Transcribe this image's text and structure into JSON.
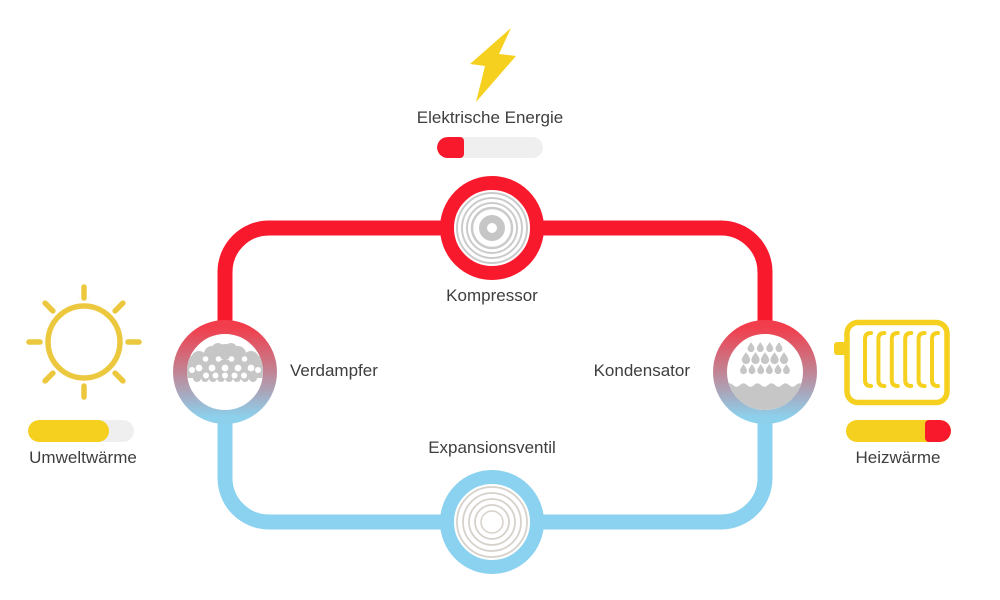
{
  "diagram_title": "",
  "colors": {
    "red": "#F8192D",
    "blue": "#8BD2F0",
    "yellow": "#F5D01E",
    "sun_yellow": "#EBC83E",
    "icon_gray": "#C6C6C6",
    "spiral_gray": "#CBCBCB",
    "ring_gray": "#D6D2CB",
    "track_gray": "#EFEFEF",
    "text": "#3E3E3E",
    "gradient_top": "#F23D4C",
    "gradient_mid": "#C4808F",
    "gradient_bottom": "#8CD0EC"
  },
  "energy_sources": {
    "electric": {
      "label": "Elektrische Energie",
      "icon": "lightning-bolt-icon",
      "gauge": {
        "fill_percent": 25,
        "fill_color": "#F8192D",
        "track_color": "#EFEFEF"
      }
    },
    "ambient": {
      "label": "Umweltwärme",
      "icon": "sun-icon",
      "gauge": {
        "fill_percent": 78,
        "fill_color": "#F5D01E",
        "track_color": "#EFEFEF"
      }
    },
    "heating": {
      "label": "Heizwärme",
      "icon": "radiator-icon",
      "gauge": {
        "fill_percent": 75,
        "fill_color": "#F5D01E",
        "tip_percent": 25,
        "tip_color": "#F8192D"
      }
    }
  },
  "components": {
    "kompressor": {
      "label": "Kompressor"
    },
    "verdampfer": {
      "label": "Verdampfer"
    },
    "kondensator": {
      "label": "Kondensator"
    },
    "expansionsventil": {
      "label": "Expansionsventil"
    }
  },
  "loop": {
    "hot_side_color": "#F8192D",
    "cold_side_color": "#8BD2F0"
  }
}
